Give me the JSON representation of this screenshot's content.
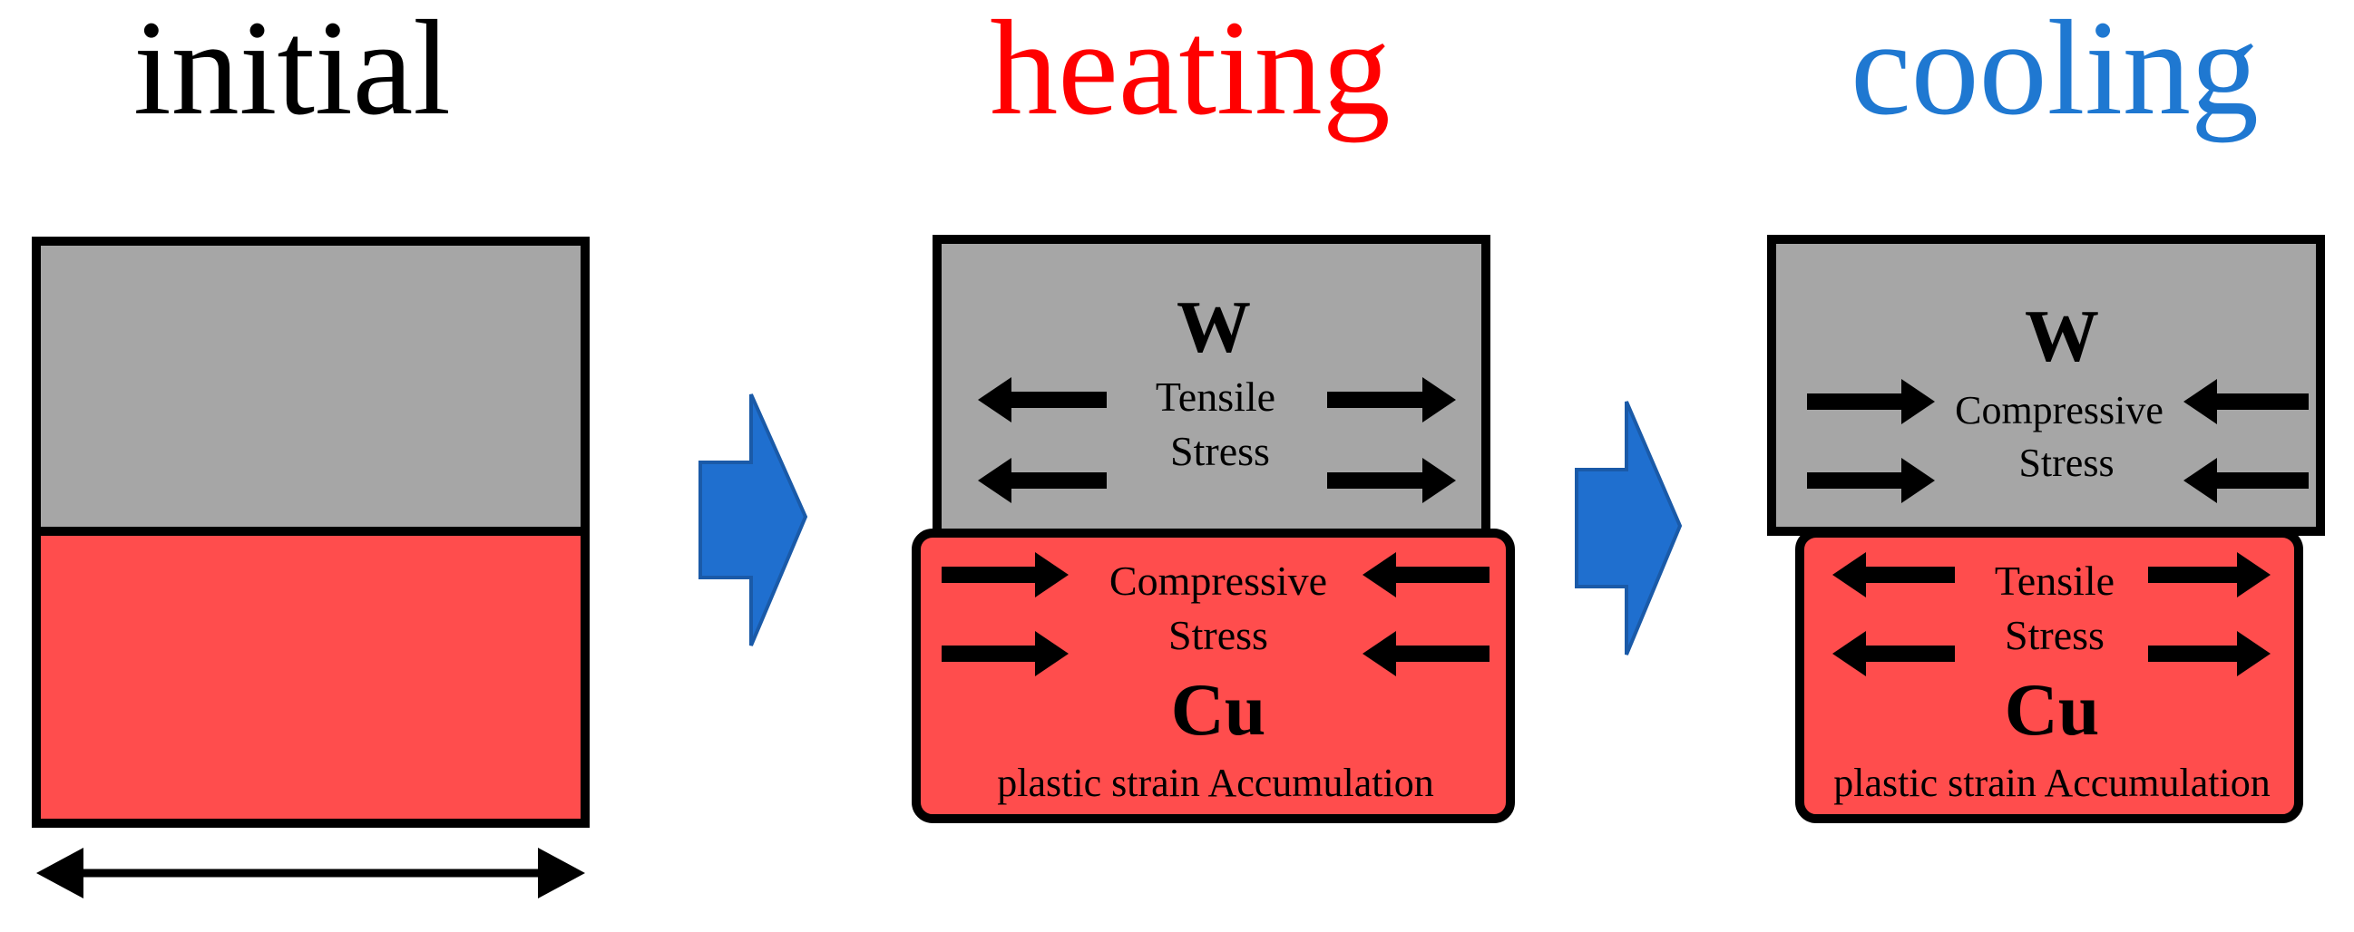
{
  "stages": {
    "initial": {
      "title": "initial",
      "title_color": "#000000"
    },
    "heating": {
      "title": "heating",
      "title_color": "#ff0000",
      "w_label": "W",
      "w_stress_line1": "Tensile",
      "w_stress_line2": "Stress",
      "cu_stress_line1": "Compressive",
      "cu_stress_line2": "Stress",
      "cu_label": "Cu",
      "cu_note": "plastic strain Accumulation"
    },
    "cooling": {
      "title": "cooling",
      "title_color": "#1f78d1",
      "w_label": "W",
      "w_stress_line1": "Compressive",
      "w_stress_line2": "Stress",
      "cu_stress_line1": "Tensile",
      "cu_stress_line2": "Stress",
      "cu_label": "Cu",
      "cu_note": "plastic strain Accumulation"
    }
  },
  "colors": {
    "tungsten_fill": "#a6a6a6",
    "copper_fill": "#ff4d4d",
    "outline": "#000000",
    "process_arrow": "#1f6fcf",
    "process_arrow_edge": "#1a5aa8"
  }
}
